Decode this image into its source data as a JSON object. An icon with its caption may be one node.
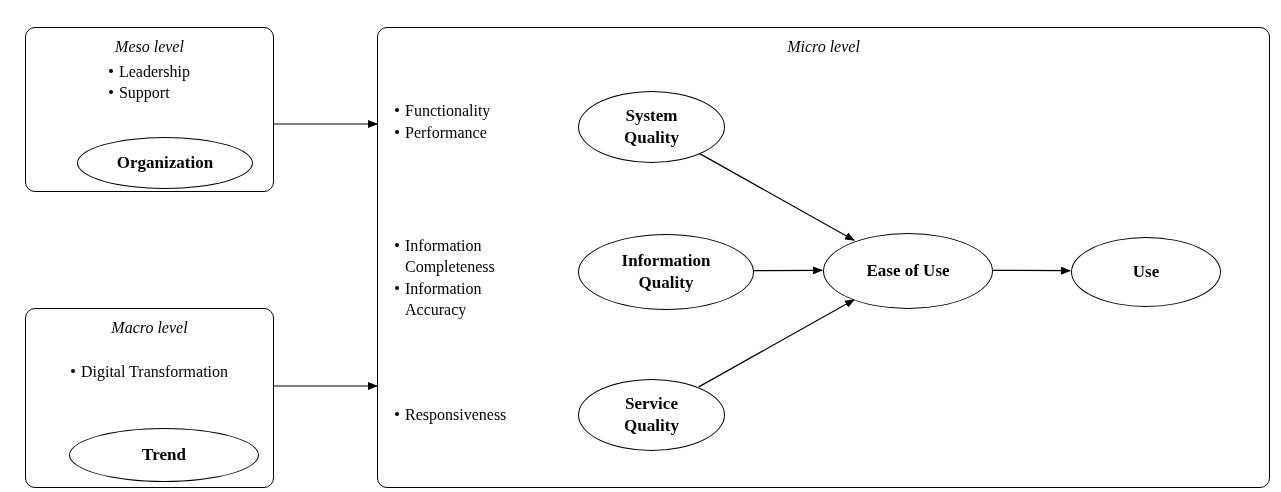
{
  "diagram": {
    "nodes": [
      {
        "text": [
          "Meso level",
          "Leadership",
          "Support"
        ]
      },
      {
        "text": [
          "Organization"
        ],
        "in": 0
      },
      {
        "text": [
          "Macro level",
          "Digital Transformation"
        ]
      },
      {
        "text": [
          "Trend"
        ],
        "in": 2
      },
      {
        "text": [
          "Micro level"
        ]
      },
      {
        "text": [
          "System Quality"
        ],
        "in": 4
      },
      {
        "text": [
          "Information Quality"
        ],
        "in": 4
      },
      {
        "text": [
          "Service Quality"
        ],
        "in": 4
      },
      {
        "text": [
          "Ease of Use"
        ],
        "in": 4
      },
      {
        "text": [
          "Use"
        ],
        "in": 4
      }
    ],
    "edges": [
      {
        "from": 0,
        "to": 4,
        "arrow": "to"
      },
      {
        "from": 2,
        "to": 4,
        "arrow": "to"
      },
      {
        "from": 5,
        "to": 8,
        "arrow": "to"
      },
      {
        "from": 6,
        "to": 8,
        "arrow": "to"
      },
      {
        "from": 7,
        "to": 8,
        "arrow": "to"
      },
      {
        "from": 8,
        "to": 9,
        "arrow": "to"
      }
    ],
    "labels": [
      "Functionality",
      "Performance",
      "Information Completeness",
      "Information Accuracy",
      "Responsiveness"
    ]
  }
}
